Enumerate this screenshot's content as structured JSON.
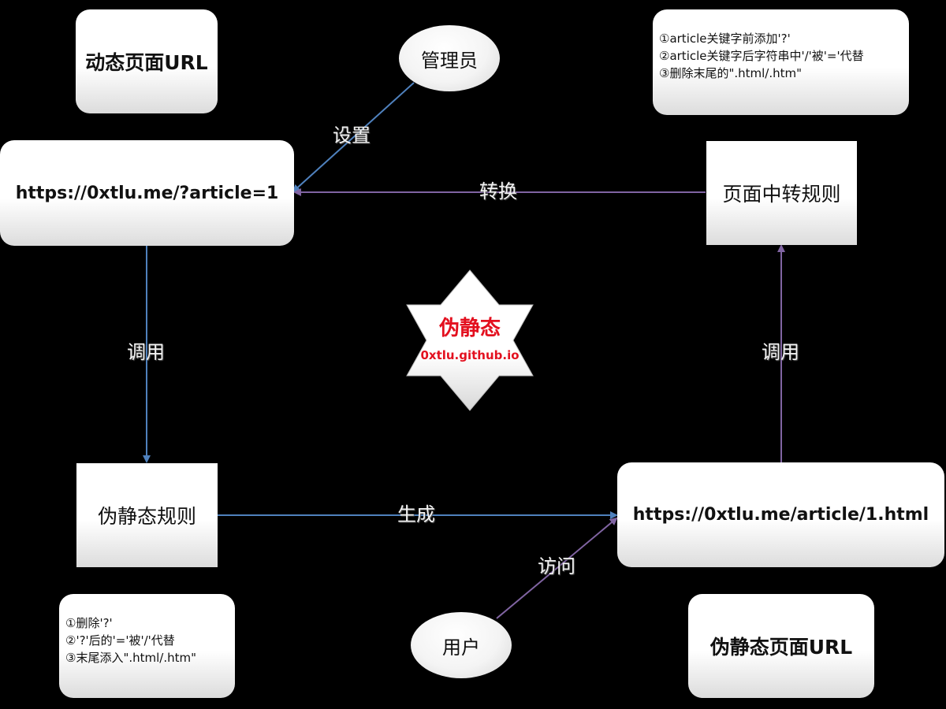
{
  "boxes": {
    "dynamic_url_title": "动态页面URL",
    "dynamic_url": "https://0xtlu.me/?article=1",
    "static_rule": "伪静态规则",
    "static_url": "https://0xtlu.me/article/1.html",
    "static_url_title": "伪静态页面URL",
    "convert_rule": "页面中转规则"
  },
  "actors": {
    "admin": "管理员",
    "user": "用户"
  },
  "notes": {
    "convert_steps": [
      "①article关键字前添加'?'",
      "②article关键字后字符串中'/'被'='代替",
      "③删除末尾的\".html/.htm\""
    ],
    "rule_steps": [
      "①删除'?'",
      "②'?'后的'='被'/'代替",
      "③末尾添入\".html/.htm\""
    ]
  },
  "arrows": {
    "set": "设置",
    "convert": "转换",
    "call_left": "调用",
    "call_right": "调用",
    "generate": "生成",
    "visit": "访问"
  },
  "center": {
    "title": "伪静态",
    "subtitle": "0xtlu.github.io"
  },
  "colors": {
    "blue_arrow": "#4f81bd",
    "purple_arrow": "#8064a2",
    "star_text": "#e3101f"
  }
}
